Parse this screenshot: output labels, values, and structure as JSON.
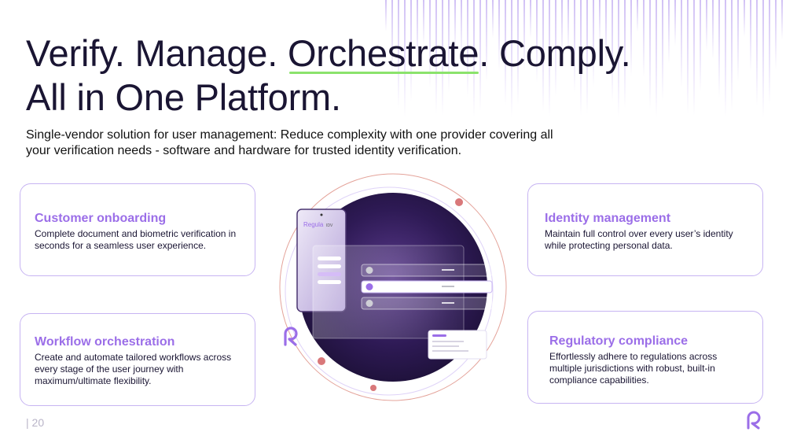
{
  "title": {
    "line1_part1": "Verify. Manage. ",
    "line1_underlined": "Orchestrate",
    "line1_part2": ". Comply.",
    "line2": "All in One Platform."
  },
  "subtitle": "Single-vendor solution for user management: Reduce complexity with one provider covering all your verification needs - software and hardware for trusted identity verification.",
  "cards": [
    {
      "title": "Customer onboarding",
      "text": "Complete document and biometric verification in seconds for a seamless user experience."
    },
    {
      "title": "Workflow  orchestration",
      "text": "Create and automate tailored workflows across every stage of the user journey with maximum/ultimate flexibility."
    },
    {
      "title": "Identity management",
      "text": "Maintain full control over every user’s identity while protecting personal data."
    },
    {
      "title": "Regulatory compliance",
      "text": "Effortlessly adhere to regulations across multiple jurisdictions with robust, built-in compliance capabilities."
    }
  ],
  "phone": {
    "brand": "Regula",
    "product": "IDV"
  },
  "page_number": "| 20",
  "colors": {
    "title": "#1a1533",
    "accent_purple": "#9b6ee8",
    "card_border": "#c7b4f2",
    "underline_green": "#8be36c",
    "orbit_red": "#e07a6e",
    "circle_dark": "#2e1a55"
  },
  "icons": {
    "logo": "regula-r-logo-icon"
  }
}
